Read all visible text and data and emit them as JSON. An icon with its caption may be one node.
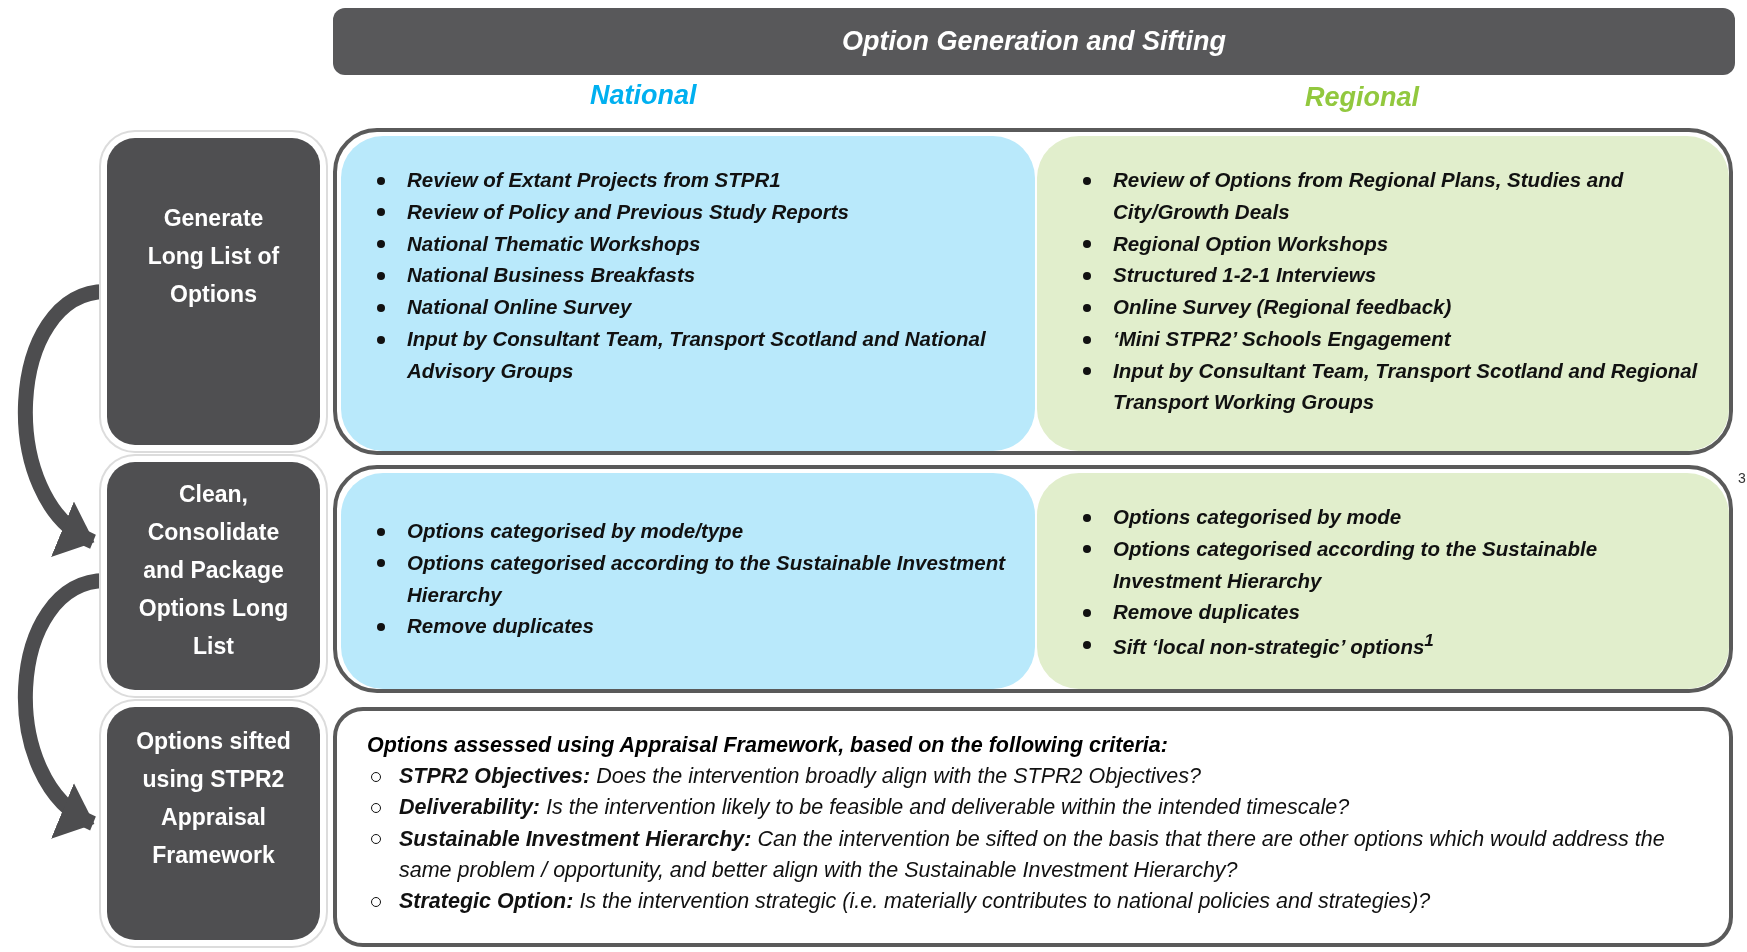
{
  "diagram": {
    "nodes": [
      {
        "text": [
          "Option Generation and Sifting"
        ]
      },
      {
        "text": [
          "Generate Long List of Options"
        ]
      },
      {
        "text": [
          "Clean, Consolidate and Package Options Long List"
        ]
      },
      {
        "text": [
          "Options sifted using STPR2 Appraisal Framework"
        ]
      },
      {
        "text": [],
        "shape": "box"
      },
      {
        "text": [
          "Review of Extant Projects from STPR1",
          "Review of Policy and Previous Study Reports",
          "National Thematic Workshops",
          "National Business Breakfasts",
          "National Online Survey",
          "Input by Consultant Team, Transport Scotland and National Advisory Groups"
        ],
        "in": 4
      },
      {
        "text": [
          "Review of Options from Regional Plans, Studies and City/Growth Deals",
          "Regional Option Workshops",
          "Structured 1-2-1 Interviews",
          "Online Survey (Regional feedback)",
          "‘Mini STPR2’ Schools Engagement",
          "Input by Consultant Team, Transport Scotland and Regional Transport Working Groups"
        ],
        "in": 4
      },
      {
        "text": [],
        "shape": "box"
      },
      {
        "text": [
          "Options categorised by mode/type",
          "Options categorised according to the Sustainable Investment Hierarchy",
          "Remove duplicates"
        ],
        "in": 7
      },
      {
        "text": [
          "Options categorised by mode",
          "Options categorised according to the Sustainable Investment Hierarchy",
          "Remove duplicates",
          "Sift ‘local non-strategic’ options$^{1}$"
        ],
        "in": 7
      },
      {
        "text": [
          "Options assessed using Appraisal Framework, based on the following criteria:",
          "**STPR2 Objectives:** Does the intervention broadly align with the STPR2 Objectives?",
          "**Deliverability:** Is the intervention likely to be feasible and deliverable within the intended timescale?",
          "**Sustainable Investment Hierarchy:** Can the intervention be sifted on the basis that there are other options which would address the same problem / opportunity, and better align with the Sustainable Investment Hierarchy?",
          "**Strategic Option:** Is the intervention strategic (i.e. materially contributes to national policies and strategies)?"
        ]
      }
    ],
    "edges": [
      {
        "from": 1,
        "to": 2,
        "arrow": "to"
      },
      {
        "from": 2,
        "to": 3,
        "arrow": "to"
      }
    ],
    "labels": [
      "National",
      "Regional",
      "3"
    ]
  }
}
